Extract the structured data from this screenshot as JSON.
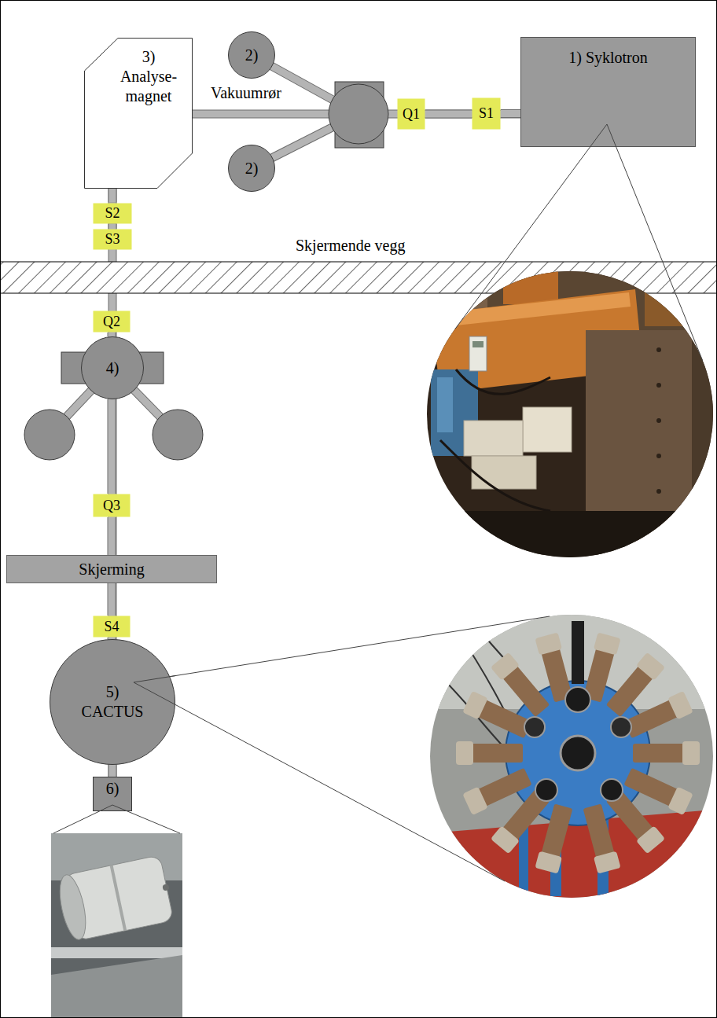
{
  "diagram": {
    "nodes": [
      {
        "text": [
          "3)",
          "Analyse- magnet"
        ]
      },
      {
        "text": [
          "2)"
        ]
      },
      {
        "text": [
          "1) Syklotron"
        ]
      },
      {
        "text": [
          "Q1"
        ]
      },
      {
        "text": [
          "S1"
        ]
      },
      {
        "text": [
          "2)"
        ]
      },
      {
        "text": [
          "S2"
        ]
      },
      {
        "text": [
          "S3"
        ]
      },
      {
        "text": [
          "Q2"
        ]
      },
      {
        "text": [
          "4)"
        ]
      },
      {
        "text": [
          "Q3"
        ]
      },
      {
        "text": [
          "Skjerming"
        ]
      },
      {
        "text": [
          "S4"
        ]
      },
      {
        "text": [
          "5)",
          "CACTUS"
        ]
      },
      {
        "text": [
          "6)"
        ]
      }
    ],
    "edges": [
      {
        "from": 2,
        "to": 4,
        "arrow": "none"
      },
      {
        "from": 4,
        "to": 3,
        "arrow": "none"
      },
      {
        "from": 0,
        "to": 6,
        "arrow": "none"
      },
      {
        "from": 6,
        "to": 7,
        "arrow": "none"
      },
      {
        "from": 8,
        "to": 9,
        "arrow": "none"
      },
      {
        "from": 9,
        "to": 10,
        "arrow": "none"
      },
      {
        "from": 10,
        "to": 11,
        "arrow": "none"
      },
      {
        "from": 11,
        "to": 12,
        "arrow": "none"
      },
      {
        "from": 12,
        "to": 13,
        "arrow": "none"
      },
      {
        "from": 13,
        "to": 14,
        "arrow": "none"
      }
    ],
    "labels": [
      "Vakuumrør",
      "Skjermende vegg"
    ]
  }
}
